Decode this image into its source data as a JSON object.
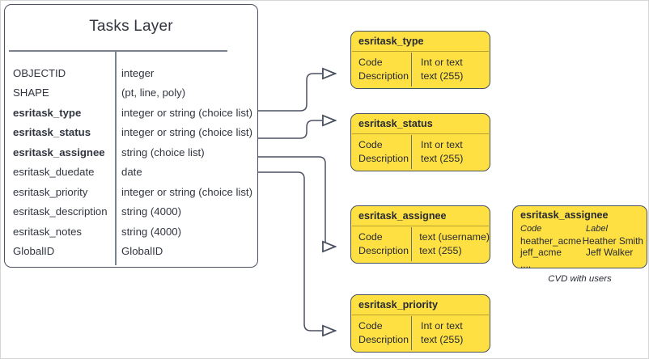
{
  "diagram": {
    "entity": {
      "title": "Tasks Layer",
      "column_headers_visible": false,
      "fields": [
        {
          "name": "OBJECTID",
          "type": "integer",
          "required": false
        },
        {
          "name": "SHAPE",
          "type": "(pt, line, poly)",
          "required": false
        },
        {
          "name": "esritask_type",
          "type": "integer or string (choice list)",
          "required": true
        },
        {
          "name": "esritask_status",
          "type": "integer or string (choice list)",
          "required": true
        },
        {
          "name": "esritask_assignee",
          "type": "string (choice list)",
          "required": true
        },
        {
          "name": "esritask_duedate",
          "type": "date",
          "required": false
        },
        {
          "name": "esritask_priority",
          "type": "integer or string (choice list)",
          "required": false
        },
        {
          "name": "esritask_description",
          "type": "string (4000)",
          "required": false
        },
        {
          "name": "esritask_notes",
          "type": "string (4000)",
          "required": false
        },
        {
          "name": "GlobalID",
          "type": "GlobalID",
          "required": false
        }
      ]
    },
    "domains": [
      {
        "title": "esritask_type",
        "rows": [
          {
            "label": "Code",
            "value": "Int or text"
          },
          {
            "label": "Description",
            "value": "text (255)"
          }
        ]
      },
      {
        "title": "esritask_status",
        "rows": [
          {
            "label": "Code",
            "value": "Int or text"
          },
          {
            "label": "Description",
            "value": "text (255)"
          }
        ]
      },
      {
        "title": "esritask_assignee",
        "rows": [
          {
            "label": "Code",
            "value": "text  (username)"
          },
          {
            "label": "Description",
            "value": "text (255)"
          }
        ]
      },
      {
        "title": "esritask_priority",
        "rows": [
          {
            "label": "Code",
            "value": "Int or text"
          },
          {
            "label": "Description",
            "value": "text (255)"
          }
        ]
      }
    ],
    "cvd": {
      "title": "esritask_assignee",
      "header": {
        "code": "Code",
        "label": "Label"
      },
      "entries": [
        {
          "code": "heather_acme",
          "label": "Heather Smith"
        },
        {
          "code": "jeff_acme",
          "label": "Jeff Walker"
        },
        {
          "code": "....",
          "label": ""
        }
      ],
      "caption": "CVD with users"
    },
    "colors": {
      "domain_fill": "#ffe043",
      "stroke": "#4a5160",
      "text": "#262a33",
      "page_border": "#d5d5d5"
    }
  }
}
